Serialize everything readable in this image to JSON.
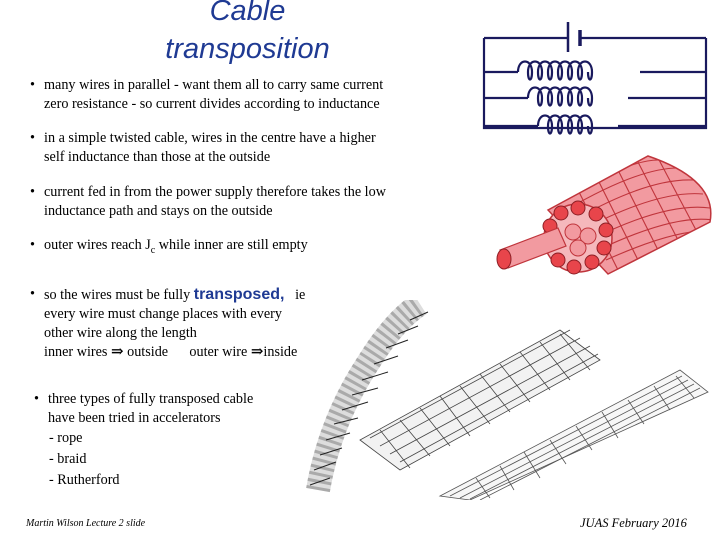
{
  "slide": {
    "title_line1": "Cable",
    "title_line2": "transposition"
  },
  "bullets": [
    {
      "line1": "many wires in parallel - want them all to carry same current",
      "line2": "zero resistance - so current divides according to inductance"
    },
    {
      "line1": "in a simple twisted cable, wires in the centre have a higher",
      "line2": "self inductance than those at the outside"
    },
    {
      "line1": "current fed in from the power supply therefore takes the low",
      "line2": "inductance path and stays on the outside"
    },
    {
      "pre": "outer wires reach J",
      "sub": "c",
      "post": " while inner are still empty"
    }
  ],
  "transposed_bullet": {
    "pre": "so the wires must be fully ",
    "emph": "transposed,",
    "post": "ie",
    "line2": "every wire must change places with every",
    "line3": "other wire along the length",
    "inner_a": "inner wires",
    "inner_b": "outside",
    "outer_a": "outer wire",
    "outer_b": "inside"
  },
  "types_bullet": {
    "line1": "three types of fully transposed cable",
    "line2": "have been tried in accelerators",
    "items": [
      "- rope",
      "- braid",
      "- Rutherford"
    ]
  },
  "footer": {
    "left": "Martin Wilson Lecture 2 slide",
    "right": "JUAS February 2016"
  },
  "colors": {
    "title": "#1f3a93",
    "circuit": "#1a1a5e",
    "cable_body": "#f29aa0",
    "cable_dark": "#c0353c",
    "cable_core": "#e8454b"
  },
  "icons": {
    "battery": "battery-symbol",
    "coil": "inductor-coil",
    "implies": "double-arrow-right"
  }
}
